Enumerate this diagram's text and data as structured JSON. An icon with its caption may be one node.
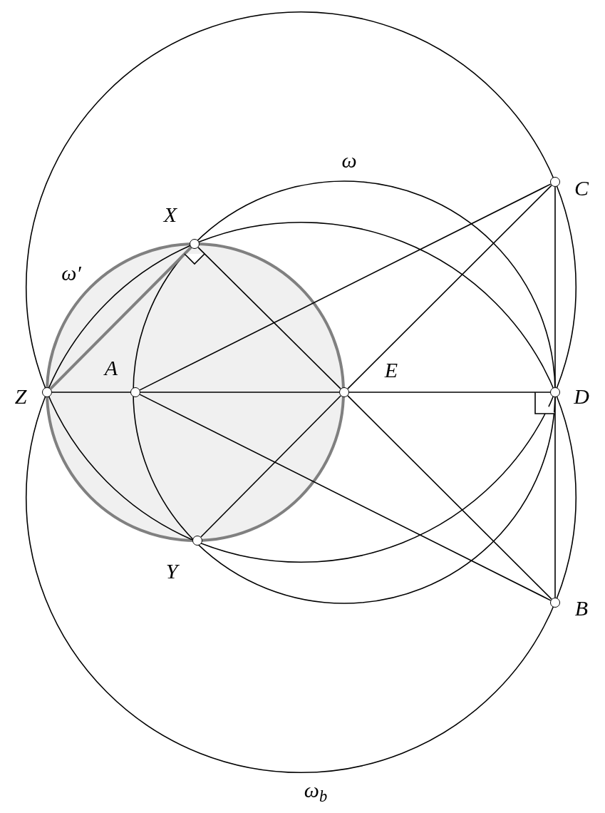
{
  "diagram": {
    "nodes": [
      {
        "text": [
          "Z"
        ]
      },
      {
        "text": [
          "A"
        ]
      },
      {
        "text": [
          "E"
        ]
      },
      {
        "text": [
          "D"
        ]
      },
      {
        "text": [
          "C"
        ]
      },
      {
        "text": [
          "B"
        ]
      },
      {
        "text": [
          "X"
        ]
      },
      {
        "text": [
          "Y"
        ]
      }
    ],
    "edges": [
      {
        "from": 0,
        "to": 1,
        "arrow": "none"
      },
      {
        "from": 1,
        "to": 2,
        "arrow": "none"
      },
      {
        "from": 2,
        "to": 3,
        "arrow": "none"
      },
      {
        "from": 4,
        "to": 3,
        "arrow": "none"
      },
      {
        "from": 3,
        "to": 5,
        "arrow": "none"
      },
      {
        "from": 1,
        "to": 4,
        "arrow": "none"
      },
      {
        "from": 1,
        "to": 5,
        "arrow": "none"
      },
      {
        "from": 6,
        "to": 2,
        "arrow": "none"
      },
      {
        "from": 2,
        "to": 5,
        "arrow": "none"
      },
      {
        "from": 7,
        "to": 2,
        "arrow": "none"
      },
      {
        "from": 2,
        "to": 4,
        "arrow": "none"
      },
      {
        "from": 0,
        "to": 6,
        "arrow": "none",
        "style": "thick",
        "color": "#808080"
      }
    ],
    "labels": [
      "ω",
      "ω′",
      "ω$_{b}$"
    ]
  }
}
